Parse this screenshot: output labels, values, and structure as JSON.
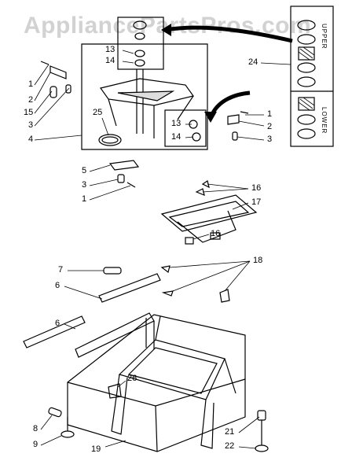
{
  "watermark": "AppliancePartsPros.com",
  "inset_labels": {
    "upper": "UPPER",
    "lower": "LOWER"
  },
  "callouts": {
    "n1a": "1",
    "n2a": "2",
    "n15": "15",
    "n3a": "3",
    "n4": "4",
    "n25": "25",
    "n13a": "13",
    "n14a": "14",
    "n24": "24",
    "n13b": "13",
    "n14b": "14",
    "n1b": "1",
    "n2b": "2",
    "n3b": "3",
    "n5": "5",
    "n3c": "3",
    "n1c": "1",
    "n16a": "16",
    "n17": "17",
    "n16b": "16",
    "n7": "7",
    "n18": "18",
    "n6a": "6",
    "n6b": "6",
    "n26": "26",
    "n8": "8",
    "n9": "9",
    "n19": "19",
    "n21": "21",
    "n22": "22"
  }
}
